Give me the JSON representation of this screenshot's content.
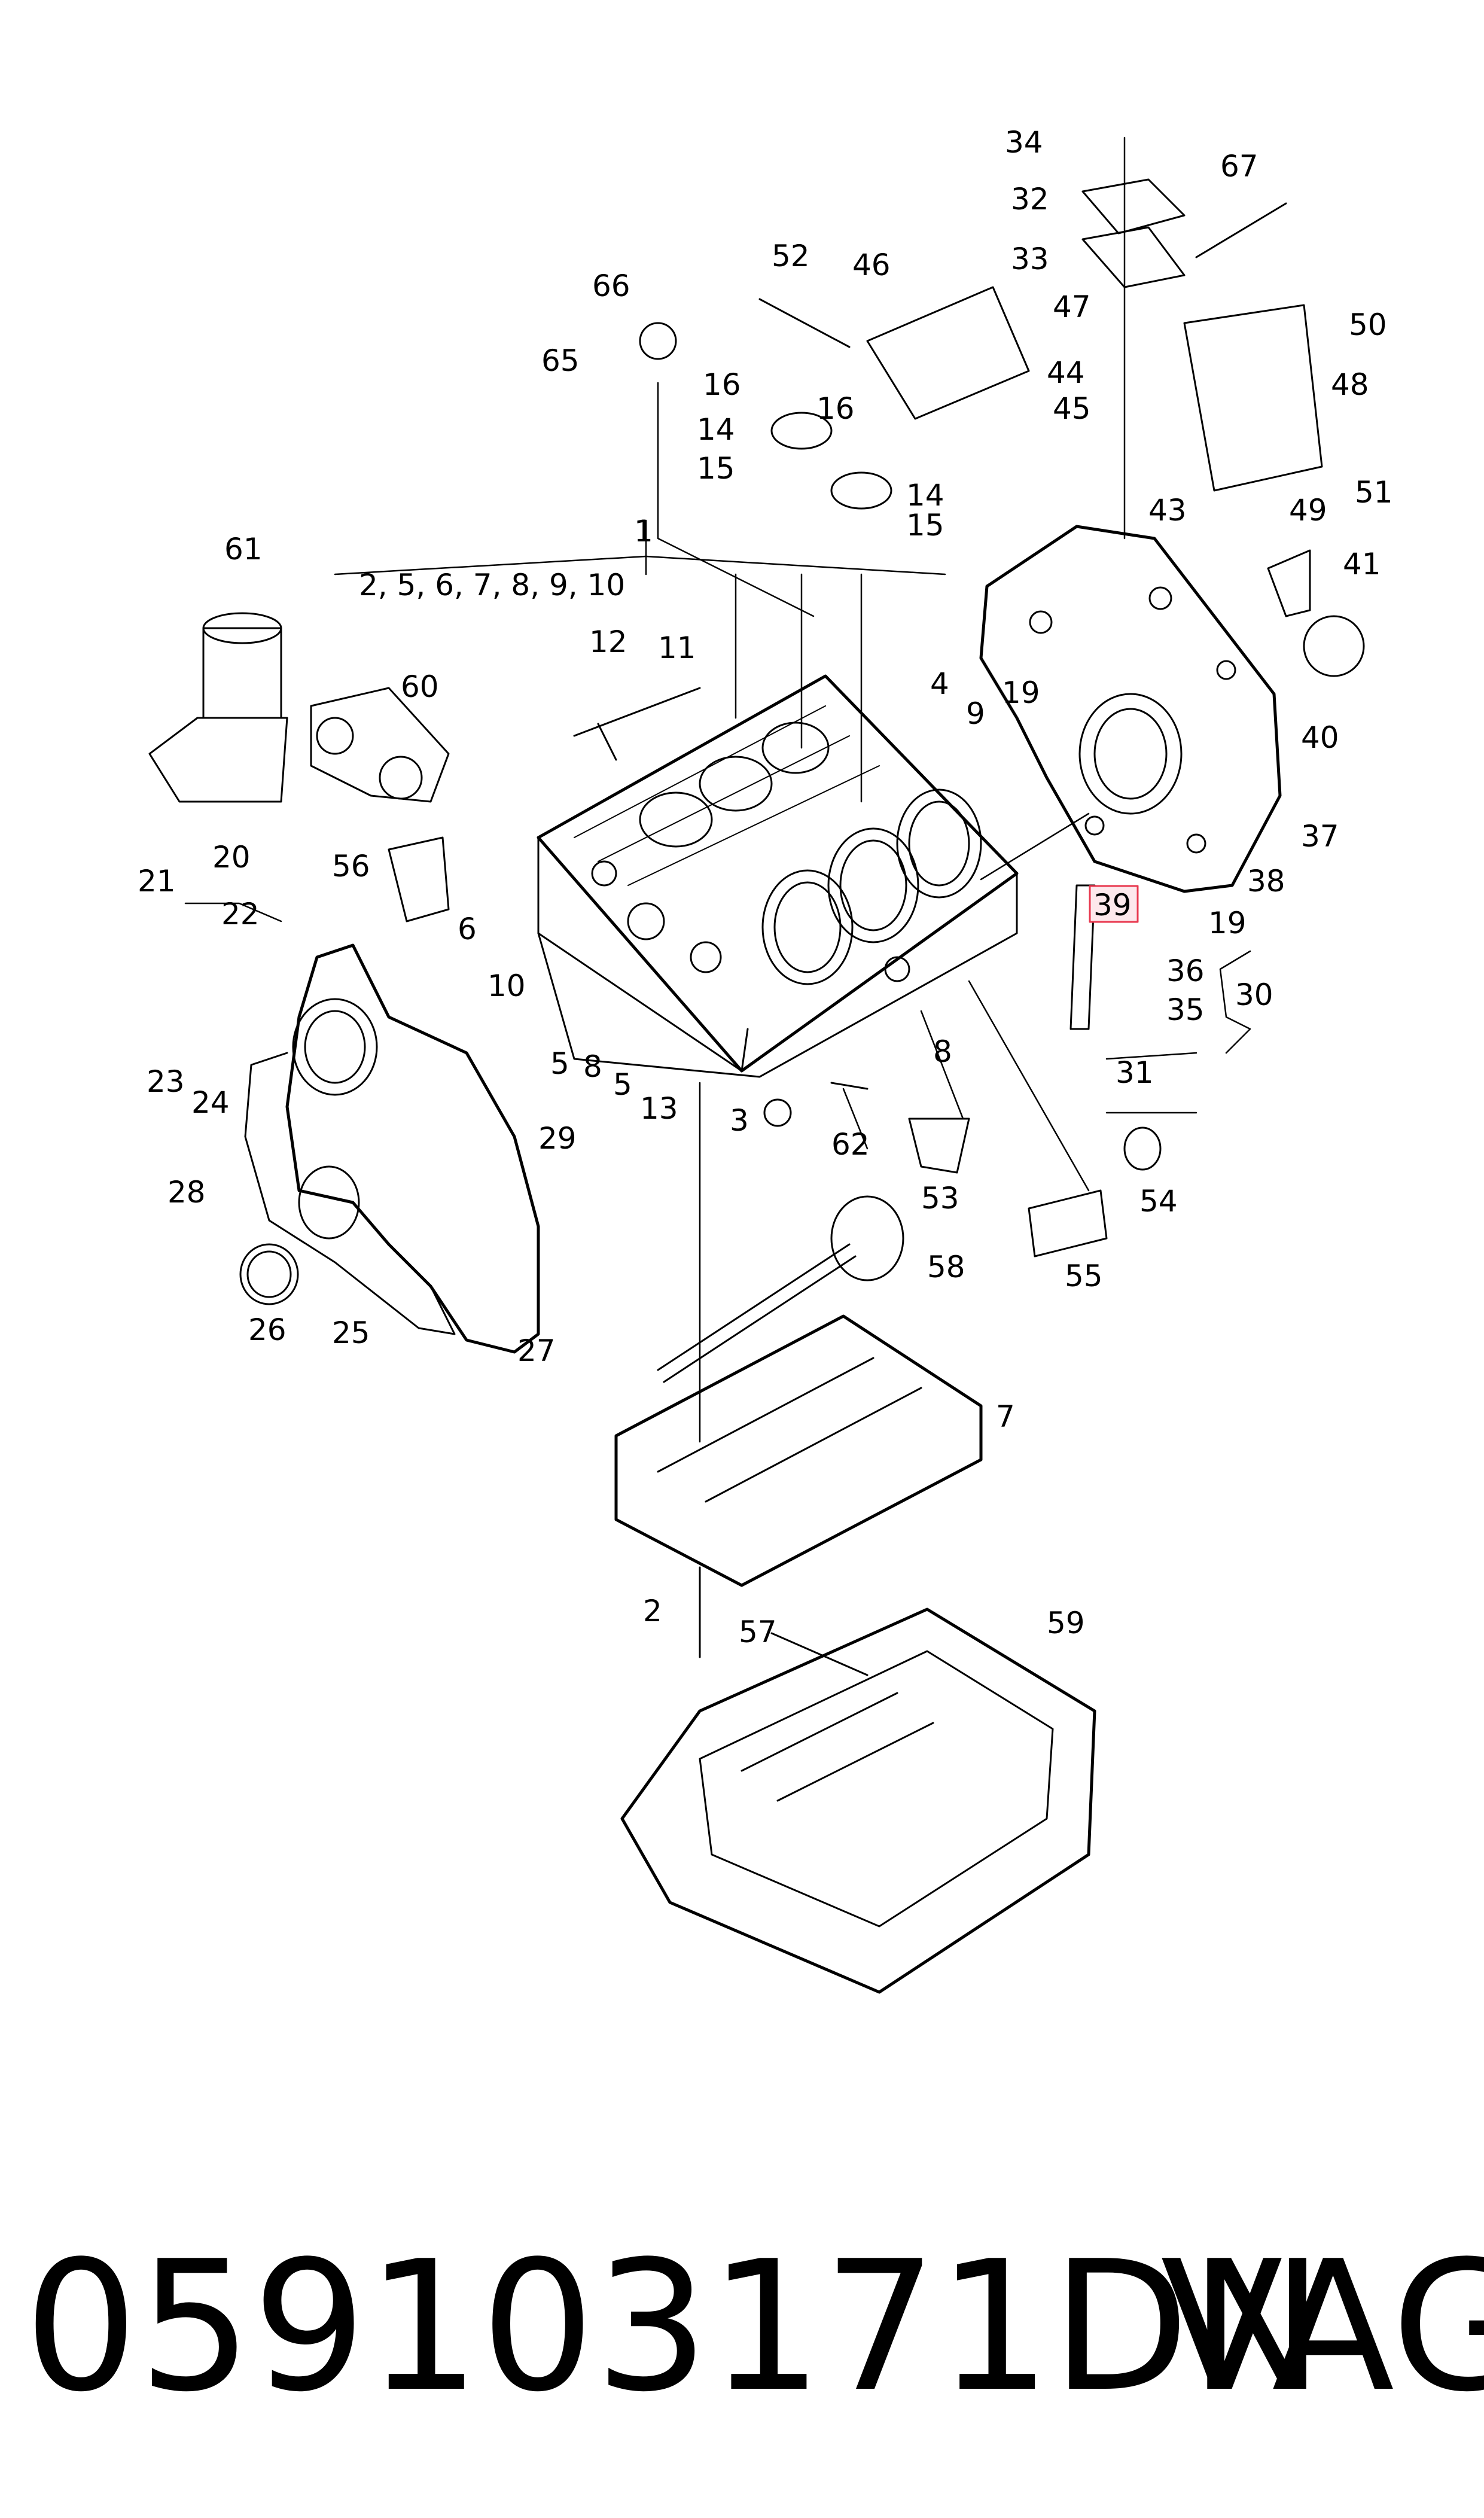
{
  "diagram": {
    "highlight_color": "#e8384f",
    "labels": {
      "l1": "1",
      "l1b": "2, 5, 6, 7, 8, 9, 10",
      "l2": "2",
      "l3": "3",
      "l4": "4",
      "l5a": "5",
      "l5b": "5",
      "l6": "6",
      "l7": "7",
      "l8a": "8",
      "l8b": "8",
      "l9": "9",
      "l10": "10",
      "l11": "11",
      "l12": "12",
      "l13": "13",
      "l14a": "14",
      "l14b": "14",
      "l15a": "15",
      "l15b": "15",
      "l16a": "16",
      "l16b": "16",
      "l19a": "19",
      "l19b": "19",
      "l20": "20",
      "l21": "21",
      "l22": "22",
      "l23": "23",
      "l24": "24",
      "l25": "25",
      "l26": "26",
      "l27": "27",
      "l28": "28",
      "l29": "29",
      "l30": "30",
      "l31": "31",
      "l32": "32",
      "l33": "33",
      "l34": "34",
      "l35": "35",
      "l36": "36",
      "l37": "37",
      "l38": "38",
      "l39": "39",
      "l40": "40",
      "l41": "41",
      "l43": "43",
      "l44": "44",
      "l45": "45",
      "l46": "46",
      "l47": "47",
      "l48": "48",
      "l49": "49",
      "l50": "50",
      "l51": "51",
      "l52": "52",
      "l53": "53",
      "l54": "54",
      "l55": "55",
      "l56": "56",
      "l57": "57",
      "l58": "58",
      "l59": "59",
      "l60": "60",
      "l61": "61",
      "l62": "62",
      "l65": "65",
      "l66": "66",
      "l67": "67"
    }
  },
  "caption": {
    "part_number": "059103171DN",
    "brand": "VAG"
  }
}
